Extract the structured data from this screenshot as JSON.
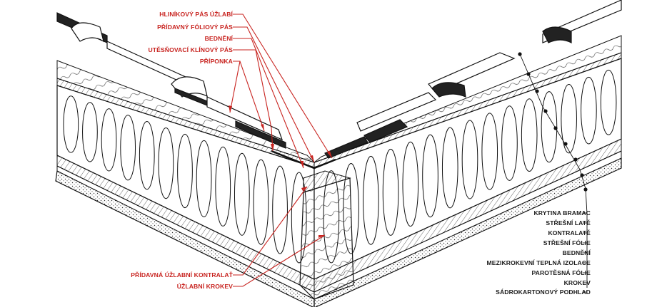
{
  "colors": {
    "accent": "#c8231f",
    "ink": "#1a1a1a"
  },
  "labels_left": [
    "HLINÍKOVÝ PÁS ÚŽLABÍ",
    "PŘÍDAVNÝ  FÓLIOVÝ PÁS",
    "BEDNĚNÍ",
    "UTĚSŇOVACÍ KLÍNOVÝ PÁS",
    "PŘÍPONKA"
  ],
  "labels_bottom_left": [
    "PŘÍDAVNÁ ÚŽLABNÍ KONTRALAŤ",
    "ÚŽLABNÍ KROKEV"
  ],
  "labels_right": [
    "KRYTINA BRAMAC",
    "STŘEŠNÍ LATĚ",
    "KONTRALATĚ",
    "STŘEŠNÍ FÓLIE",
    "BEDNĚNÍ",
    "MEZIKROKEVNÍ TEPLNÁ IZOLACE",
    "PAROTĚSNÁ FÓLIE",
    "KROKEV",
    "SÁDROKARTONOVÝ PODHLAD"
  ]
}
